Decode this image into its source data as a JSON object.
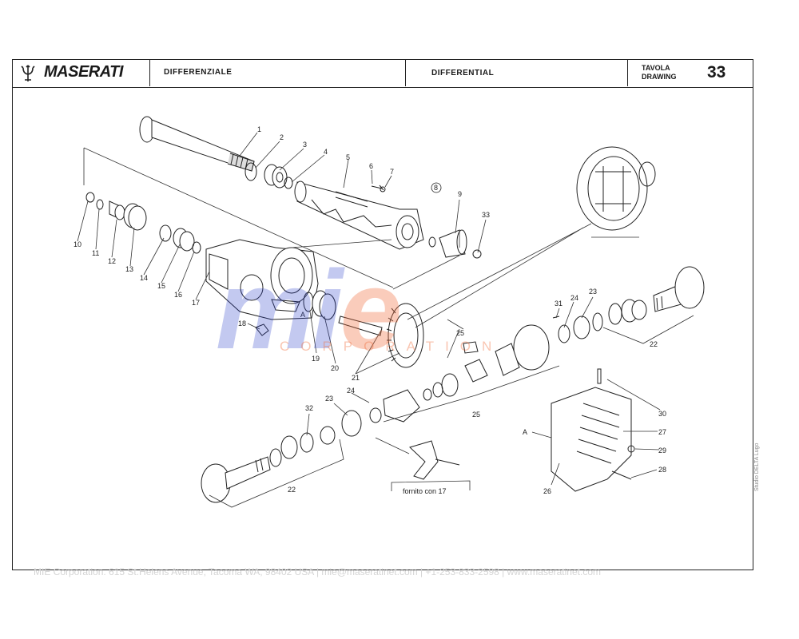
{
  "header": {
    "brand": "MASERATI",
    "title_it": "DIFFERENZIALE",
    "title_en": "DIFFERENTIAL",
    "tavola_line1": "TAVOLA",
    "tavola_line2": "DRAWING",
    "drawing_number": "33"
  },
  "watermark": {
    "logo_text_a": "mi",
    "logo_text_b": "e",
    "sub_text": "CORPORATION"
  },
  "callouts": {
    "n1": "1",
    "n2": "2",
    "n3": "3",
    "n4": "4",
    "n5": "5",
    "n6": "6",
    "n7": "7",
    "n8": "8",
    "n9": "9",
    "n10": "10",
    "n11": "11",
    "n12": "12",
    "n13": "13",
    "n14": "14",
    "n15": "15",
    "n16": "16",
    "n17": "17",
    "n18": "18",
    "n19": "19",
    "n20": "20",
    "n21": "21",
    "n22a": "22",
    "n22b": "22",
    "n23a": "23",
    "n23b": "23",
    "n24a": "24",
    "n24b": "24",
    "n25a": "25",
    "n25b": "25",
    "n26": "26",
    "n27": "27",
    "n28": "28",
    "n29": "29",
    "n30": "30",
    "n31": "31",
    "n32": "32",
    "n33": "33",
    "markA1": "A",
    "markA2": "A"
  },
  "supplied_note": "fornito con 17",
  "footer_text": "MIE Corporation. 615 St.Helens Avenue, Tacoma WA, 98402 USA  |  mie@maseratinet.com  |   +1-253-833-2598   |  www.maseratinet.com",
  "studio_note": "Studio DELTA Lugo",
  "colors": {
    "watermark_blue": "#283cc8",
    "watermark_orange": "#f06e3c",
    "line": "#222222"
  }
}
